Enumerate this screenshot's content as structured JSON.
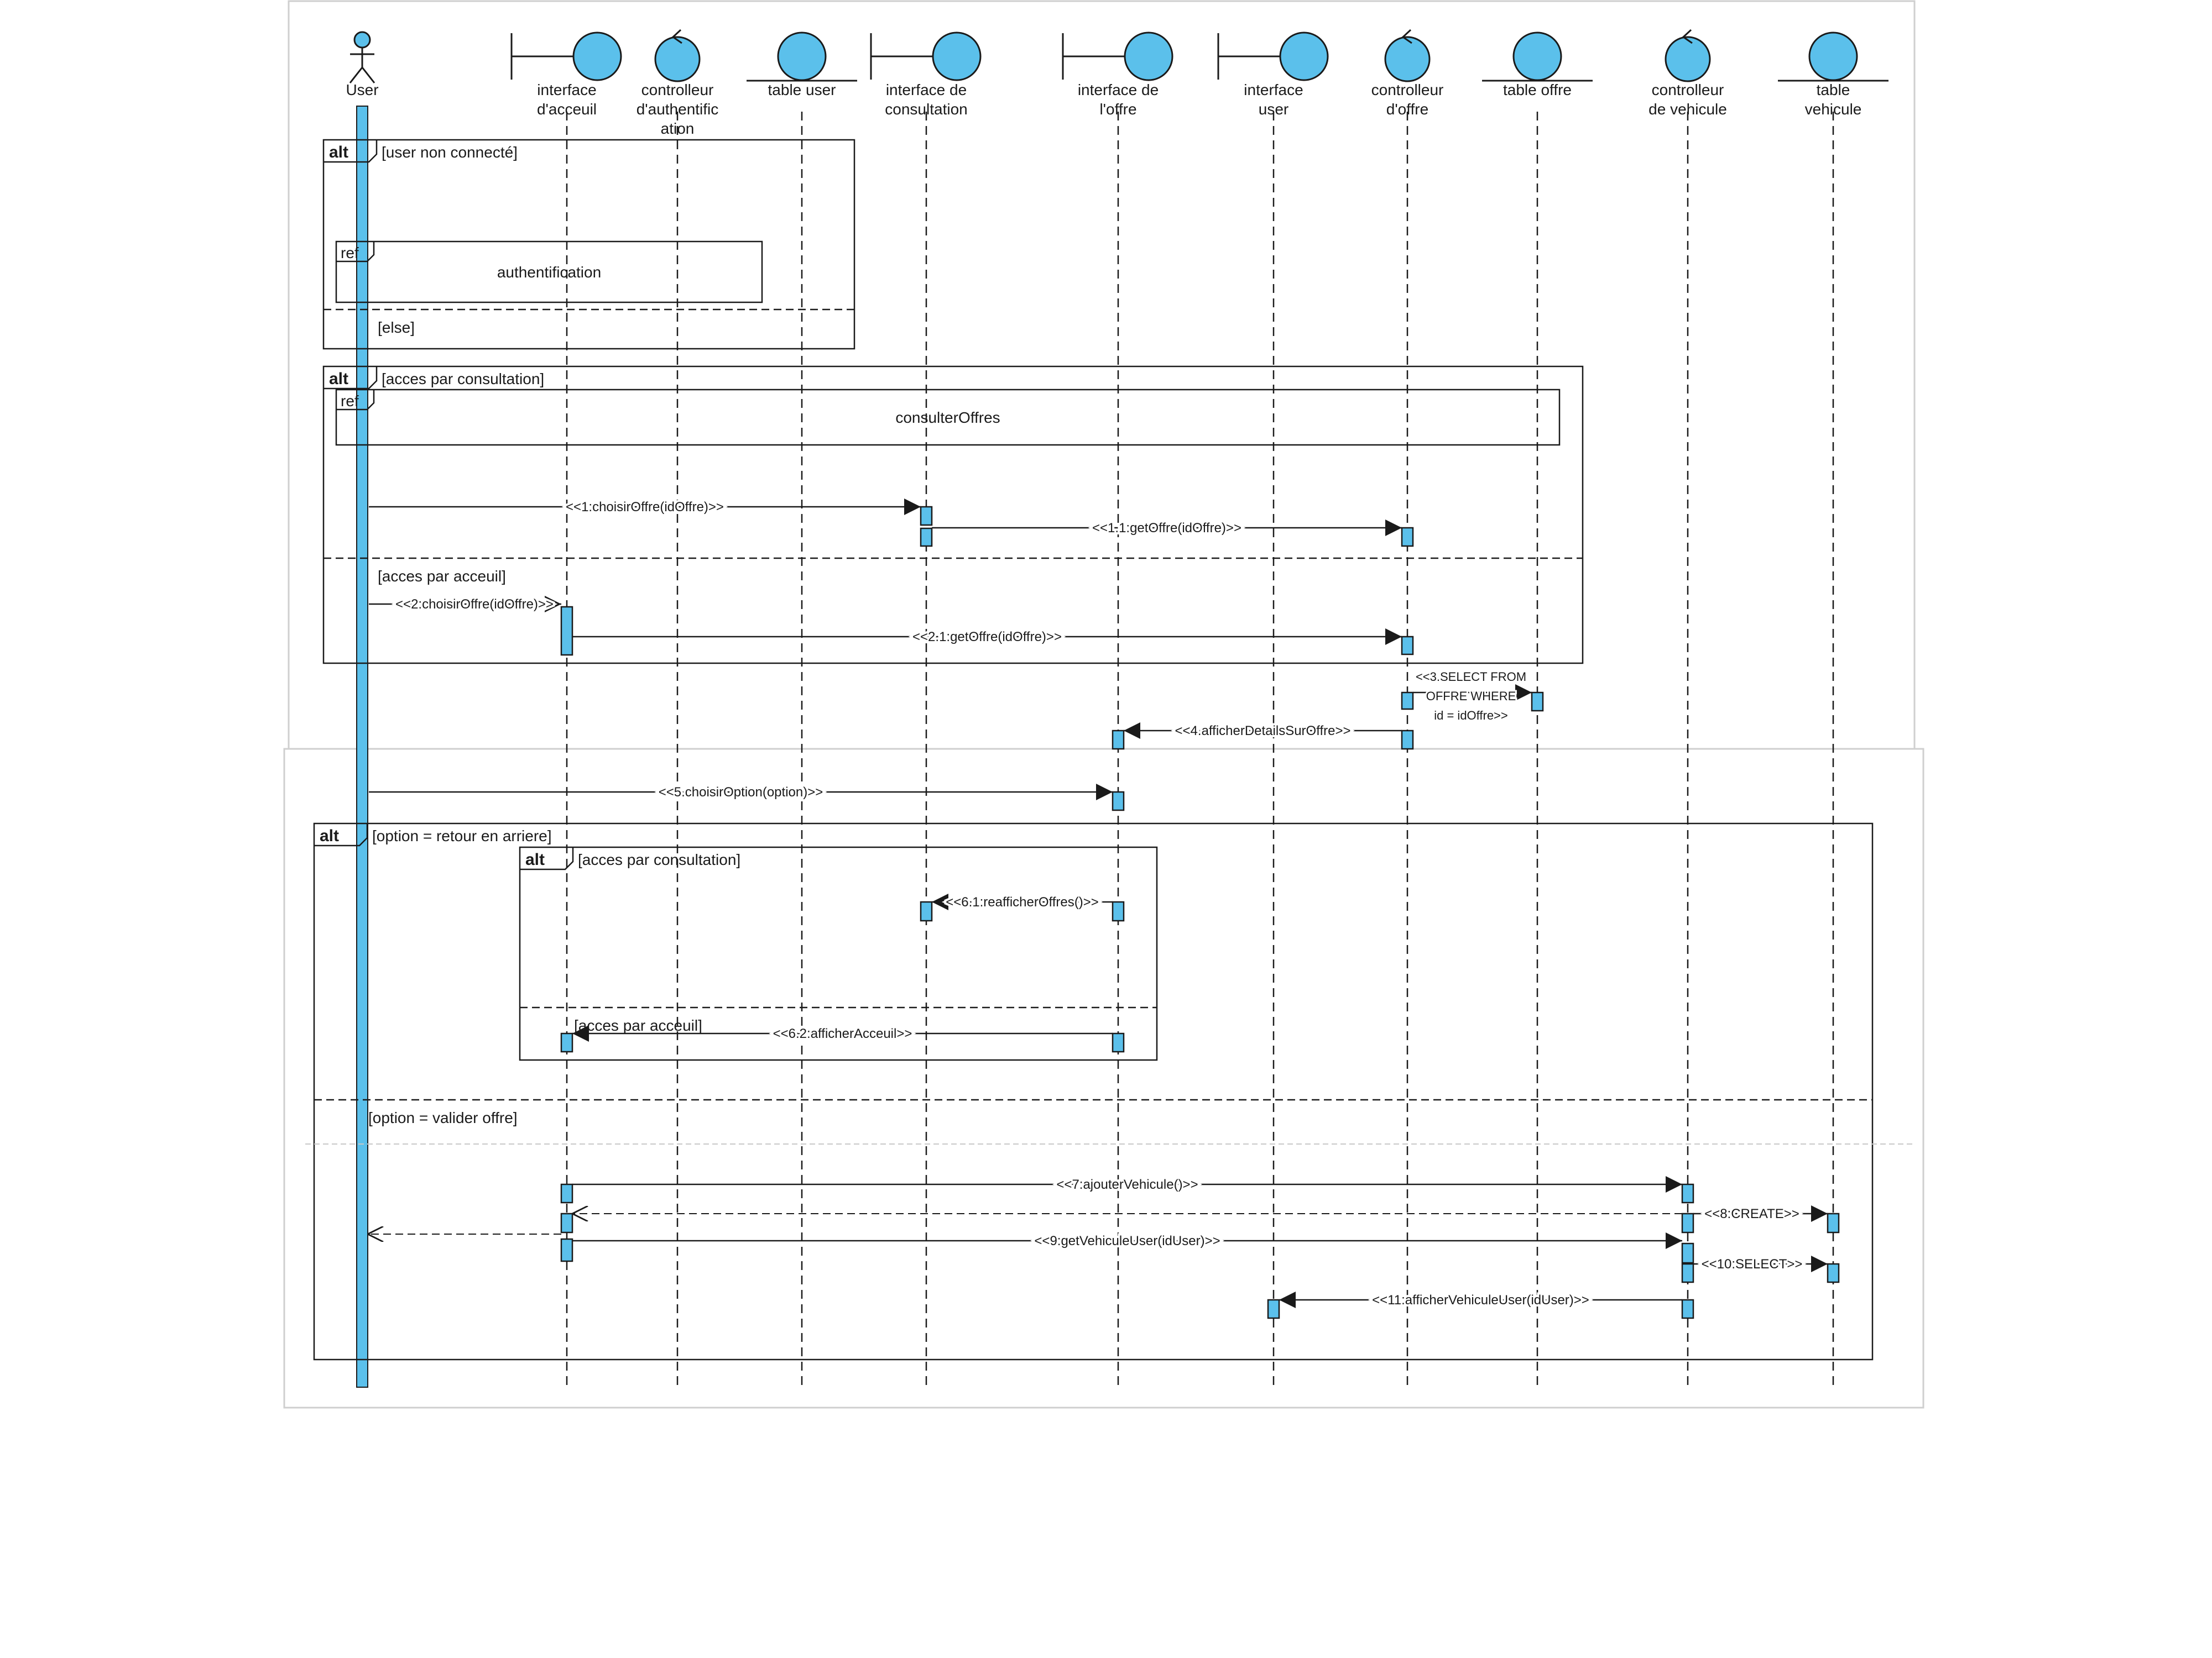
{
  "colors": {
    "accent": "#5bc0eb",
    "line": "#1a1a1a"
  },
  "lifelines": [
    {
      "id": "user",
      "type": "actor",
      "label": [
        "User"
      ],
      "icon": "actor-icon"
    },
    {
      "id": "ia",
      "type": "boundary",
      "label": [
        "interface",
        "d'acceuil"
      ],
      "icon": "boundary-icon"
    },
    {
      "id": "ca",
      "type": "control",
      "label": [
        "controlleur",
        "d'authentific",
        "ation"
      ],
      "icon": "control-icon"
    },
    {
      "id": "tu",
      "type": "entity",
      "label": [
        "table user"
      ],
      "icon": "entity-icon"
    },
    {
      "id": "ic",
      "type": "boundary",
      "label": [
        "interface de",
        "consultation"
      ],
      "icon": "boundary-icon"
    },
    {
      "id": "io",
      "type": "boundary",
      "label": [
        "interface de",
        "l'offre"
      ],
      "icon": "boundary-icon"
    },
    {
      "id": "iu",
      "type": "boundary",
      "label": [
        "interface",
        "user"
      ],
      "icon": "boundary-icon"
    },
    {
      "id": "co",
      "type": "control",
      "label": [
        "controlleur",
        "d'offre"
      ],
      "icon": "control-icon"
    },
    {
      "id": "to",
      "type": "entity",
      "label": [
        "table offre"
      ],
      "icon": "entity-icon"
    },
    {
      "id": "cv",
      "type": "control",
      "label": [
        "controlleur",
        "de vehicule"
      ],
      "icon": "control-icon"
    },
    {
      "id": "tv",
      "type": "entity",
      "label": [
        "table",
        "vehicule"
      ],
      "icon": "entity-icon"
    }
  ],
  "fragments": [
    {
      "id": "alt1",
      "kind": "alt",
      "guards": [
        "[user non connecté]",
        "[else]"
      ]
    },
    {
      "id": "ref1",
      "kind": "ref",
      "text": "authentification"
    },
    {
      "id": "alt2",
      "kind": "alt",
      "guards": [
        "[acces par consultation]",
        "[acces par acceuil]"
      ]
    },
    {
      "id": "ref2",
      "kind": "ref",
      "text": "consulterOffres"
    },
    {
      "id": "alt3",
      "kind": "alt",
      "guards": [
        "[option = retour en arriere]",
        "[option = valider offre]"
      ]
    },
    {
      "id": "alt4",
      "kind": "alt",
      "guards": [
        "[acces par consultation]",
        "[acces par acceuil]"
      ]
    }
  ],
  "messages": [
    {
      "id": "m1",
      "from": "user",
      "to": "ic",
      "label": "<<1:choisirOffre(idOffre)>>",
      "style": "sync"
    },
    {
      "id": "m11",
      "from": "ic",
      "to": "co",
      "label": "<<1.1:getOffre(idOffre)>>",
      "style": "sync"
    },
    {
      "id": "m2",
      "from": "user",
      "to": "ia",
      "label": "<<2:choisirOffre(idOffre)>>",
      "style": "sync"
    },
    {
      "id": "m21",
      "from": "ia",
      "to": "co",
      "label": "<<2.1:getOffre(idOffre)>>",
      "style": "sync"
    },
    {
      "id": "m3",
      "from": "co",
      "to": "to",
      "label": [
        "<<3.SELECT FROM",
        "OFFRE WHERE",
        "id = idOffre>>"
      ],
      "style": "sync"
    },
    {
      "id": "m4",
      "from": "co",
      "to": "io",
      "label": "<<4.afficherDetailsSurOffre>>",
      "style": "sync"
    },
    {
      "id": "m5",
      "from": "user",
      "to": "io",
      "label": "<<5.choisirOption(option)>>",
      "style": "sync"
    },
    {
      "id": "m61",
      "from": "io",
      "to": "ic",
      "label": "<<6.1:reafficherOffres()>>",
      "style": "sync"
    },
    {
      "id": "m62",
      "from": "io",
      "to": "ia",
      "label": "<<6.2:afficherAcceuil>>",
      "style": "sync"
    },
    {
      "id": "m7",
      "from": "ia",
      "to": "cv",
      "label": "<<7:ajouterVehicule()>>",
      "style": "sync"
    },
    {
      "id": "m8",
      "from": "cv",
      "to": "tv",
      "label": "<<8:CREATE>>",
      "style": "sync"
    },
    {
      "id": "r1",
      "from": "cv",
      "to": "ia",
      "label": "",
      "style": "return"
    },
    {
      "id": "r2",
      "from": "ia",
      "to": "user",
      "label": "",
      "style": "return"
    },
    {
      "id": "m9",
      "from": "ia",
      "to": "cv",
      "label": "<<9:getVehiculeUser(idUser)>>",
      "style": "sync"
    },
    {
      "id": "m10",
      "from": "cv",
      "to": "tv",
      "label": "<<10:SELECT>>",
      "style": "sync"
    },
    {
      "id": "m11b",
      "from": "cv",
      "to": "iu",
      "label": "<<11:afficherVehiculeUser(idUser)>>",
      "style": "sync"
    }
  ]
}
